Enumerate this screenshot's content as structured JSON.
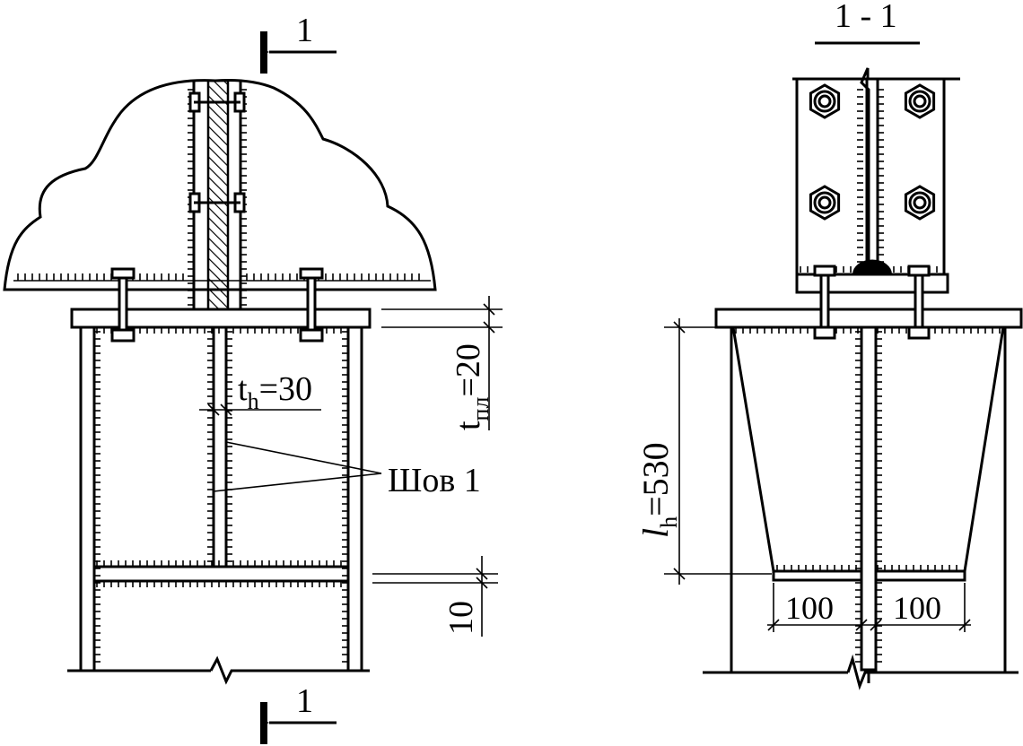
{
  "section_mark_top": "1",
  "section_mark_bottom": "1",
  "section_title": "1 - 1",
  "t_h_label": "t",
  "t_h_sub": "h",
  "t_h_value": "=30",
  "t_pl_label": "t",
  "t_pl_sub": "пл",
  "t_pl_value": "=20",
  "weld_label": "Шов 1",
  "gap_value": "10",
  "l_h_label": "l",
  "l_h_sub": "h",
  "l_h_value": "=530",
  "width_left": "100",
  "width_right": "100"
}
